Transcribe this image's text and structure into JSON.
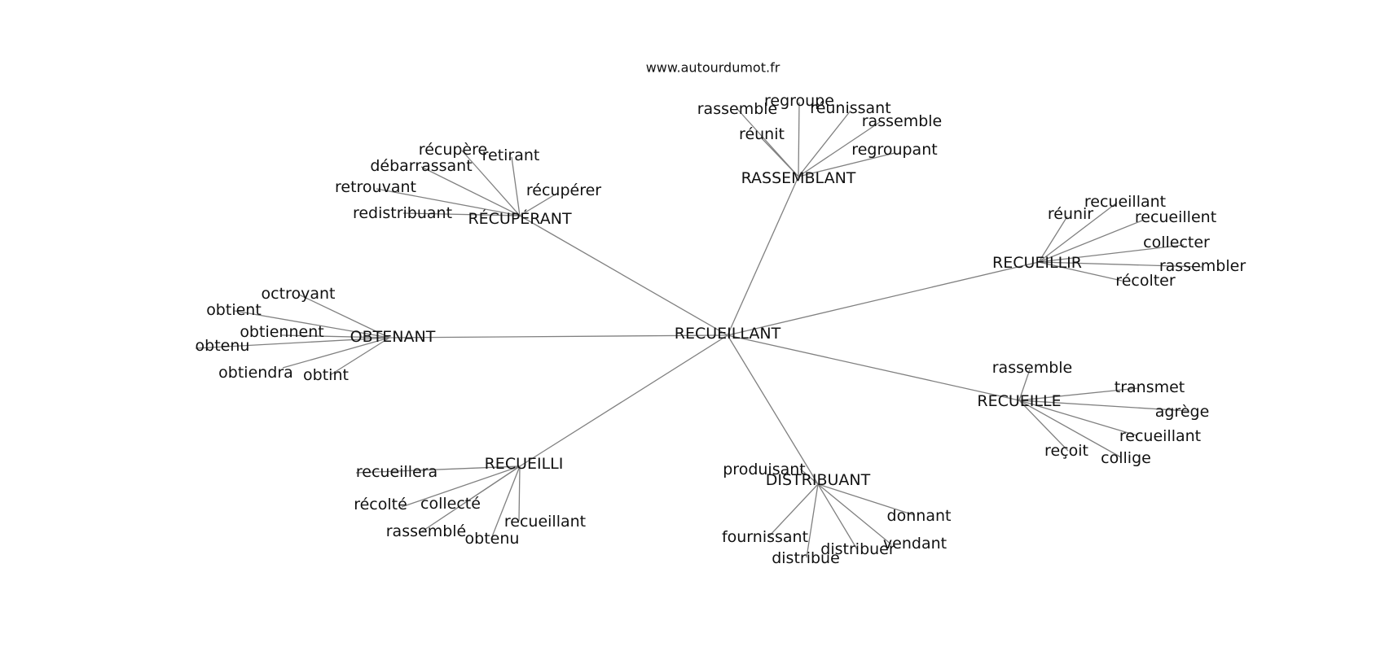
{
  "source_label": "www.autourdumot.fr",
  "center": "RECUEILLANT",
  "hubs": [
    {
      "id": "rassemblant",
      "label": "RASSEMBLANT",
      "leaves": [
        "rassemble",
        "regroupe",
        "réunissant",
        "rassemble",
        "réunit",
        "regroupant"
      ]
    },
    {
      "id": "recuperant",
      "label": "RÉCUPÉRANT",
      "leaves": [
        "récupère",
        "retirant",
        "débarrassant",
        "récupérer",
        "retrouvant",
        "redistribuant"
      ]
    },
    {
      "id": "recueillir",
      "label": "RECUEILLIR",
      "leaves": [
        "recueillant",
        "réunir",
        "recueillent",
        "collecter",
        "rassembler",
        "récolter"
      ]
    },
    {
      "id": "obtenant",
      "label": "OBTENANT",
      "leaves": [
        "octroyant",
        "obtient",
        "obtiennent",
        "obtenu",
        "obtiendra",
        "obtint"
      ]
    },
    {
      "id": "recueille",
      "label": "RECUEILLE",
      "leaves": [
        "rassemble",
        "transmet",
        "agrège",
        "recueillant",
        "reçoit",
        "collige"
      ]
    },
    {
      "id": "recueilli",
      "label": "RECUEILLI",
      "leaves": [
        "recueillera",
        "récolté",
        "collecté",
        "recueillant",
        "rassemblé",
        "obtenu"
      ]
    },
    {
      "id": "distribuant",
      "label": "DISTRIBUANT",
      "leaves": [
        "produisant",
        "donnant",
        "fournissant",
        "vendant",
        "distribuer",
        "distribue"
      ]
    }
  ]
}
